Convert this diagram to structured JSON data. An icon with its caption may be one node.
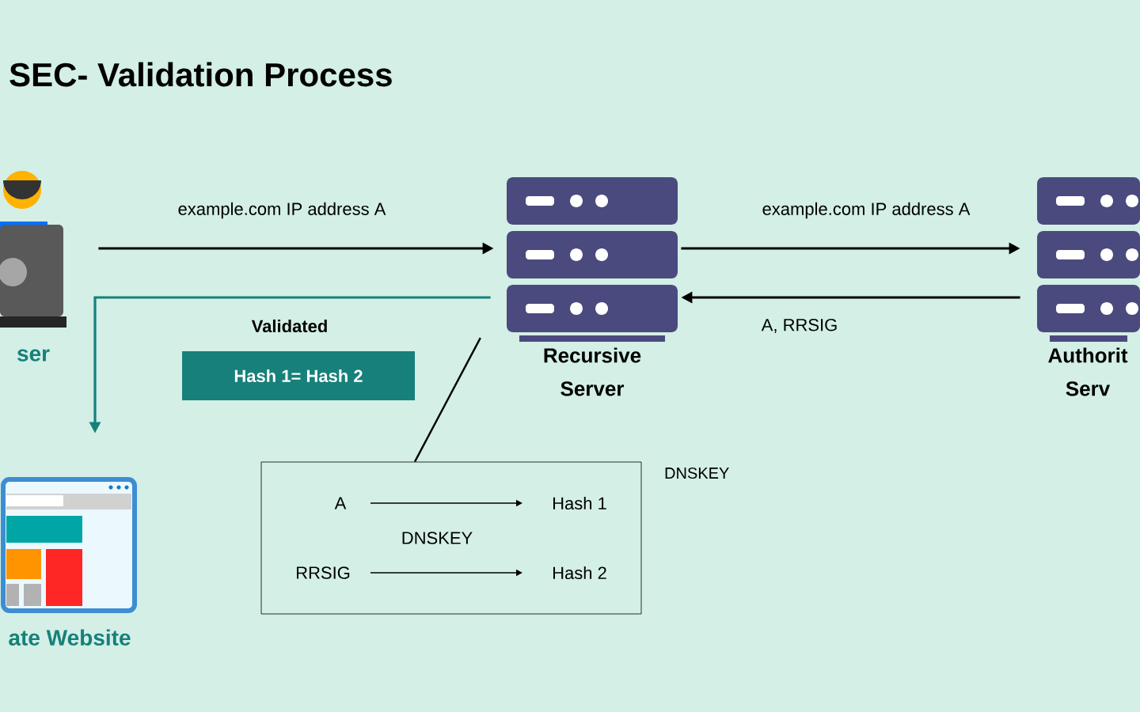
{
  "diagram": {
    "title": "SEC- Validation Process",
    "nodes": [
      {
        "text": [
          "ser"
        ]
      },
      {
        "text": [
          "Recursive Server"
        ]
      },
      {
        "text": [
          "Authorit Serv"
        ]
      },
      {
        "text": [
          "ate Website"
        ]
      },
      {
        "text": [
          "Hash 1= Hash 2"
        ],
        "beside": [
          "Validated"
        ]
      },
      {
        "text": [],
        "shape": "box",
        "beside": [
          "DNSKEY"
        ]
      },
      {
        "text": [
          "A"
        ],
        "in": 5
      },
      {
        "text": [
          "Hash 1"
        ],
        "in": 5
      },
      {
        "text": [
          "RRSIG"
        ],
        "in": 5
      },
      {
        "text": [
          "Hash 2"
        ],
        "in": 5
      }
    ],
    "edges": [
      {
        "from": 0,
        "to": 1,
        "arrow": "to",
        "label": "example.com IP address A"
      },
      {
        "from": 1,
        "to": 2,
        "arrow": "to",
        "label": "example.com IP address A"
      },
      {
        "from": 2,
        "to": 1,
        "arrow": "to",
        "label": "A, RRSIG"
      },
      {
        "from": 1,
        "to": 3,
        "arrow": "to",
        "color": "#17807a"
      },
      {
        "from": 1,
        "to": 5,
        "arrow": "none"
      },
      {
        "from": 6,
        "to": 7,
        "arrow": "to"
      },
      {
        "from": 8,
        "to": 9,
        "arrow": "to"
      }
    ],
    "labels": [
      "DNSKEY"
    ]
  }
}
